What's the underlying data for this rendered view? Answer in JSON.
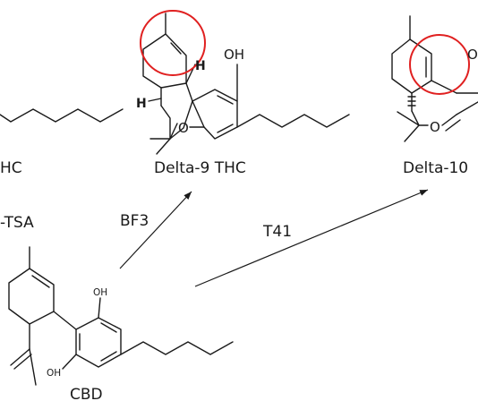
{
  "colors": {
    "highlight_ring": "#e02020",
    "ink": "#1a1a1a",
    "background": "#ffffff"
  },
  "labels": {
    "thc_partial": "HC",
    "delta9": "Delta-9 THC",
    "delta10": "Delta-10",
    "ptsa_partial": "-TSA",
    "bf3": "BF3",
    "t41": "T41",
    "cbd": "CBD"
  },
  "atoms": {
    "d9_oh": "OH",
    "d9_o": "O",
    "d9_h_upper": "H",
    "d9_h_lower": "H",
    "d10_o": "O",
    "d10_o_partial": "O",
    "cbd_oh_top": "OH",
    "cbd_oh_bottom": "OH"
  }
}
